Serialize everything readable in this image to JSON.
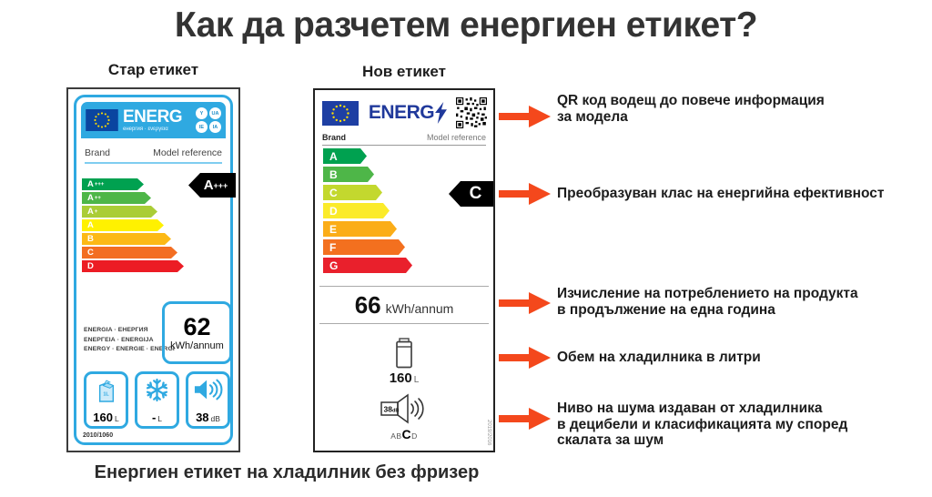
{
  "title": "Как да разчетем енергиен етикет?",
  "caption": "Енергиен етикет на хладилник без фризер",
  "colors": {
    "annotation_arrow": "#F4481C",
    "old_label_blue": "#2FA9E1",
    "eu_dark_blue": "#20399B",
    "indicator_black": "#000000"
  },
  "old_label": {
    "heading": "Стар етикет",
    "logo_text": "ENERG",
    "logo_subtext": "енергия · ενεργεια",
    "logo_circles": [
      "Y",
      "UA",
      "IE",
      "IA"
    ],
    "brand": "Brand",
    "model": "Model reference",
    "classes": [
      {
        "letter": "A",
        "sup": "+++",
        "color": "#00A150"
      },
      {
        "letter": "A",
        "sup": "++",
        "color": "#4EB648"
      },
      {
        "letter": "A",
        "sup": "+",
        "color": "#AACD36"
      },
      {
        "letter": "A",
        "sup": "",
        "color": "#FFF100"
      },
      {
        "letter": "B",
        "sup": "",
        "color": "#FCB916"
      },
      {
        "letter": "C",
        "sup": "",
        "color": "#F36E22"
      },
      {
        "letter": "D",
        "sup": "",
        "color": "#EC1C24"
      }
    ],
    "indicator": {
      "letter": "A",
      "sup": "+++"
    },
    "energy_words": "ENERGIA · ЕНЕРГИЯ\nΕΝΕΡΓΕΙΑ · ENERGIJA\nENERGY · ENERGIE · ENERGI",
    "consumption": {
      "value": "62",
      "unit": "kWh/annum"
    },
    "carton_text": "1L",
    "volume": {
      "value": "160",
      "unit": "L"
    },
    "freezer": {
      "value": "-",
      "unit": "L"
    },
    "noise": {
      "value": "38",
      "unit": "dB"
    },
    "regulation": "2010/1060"
  },
  "new_label": {
    "heading": "Нов етикет",
    "logo_text": "ENERG",
    "brand": "Brand",
    "model": "Model reference",
    "classes": [
      {
        "letter": "A",
        "color": "#00A150"
      },
      {
        "letter": "B",
        "color": "#4EB648"
      },
      {
        "letter": "C",
        "color": "#C3D82E"
      },
      {
        "letter": "D",
        "color": "#FBEB2A"
      },
      {
        "letter": "E",
        "color": "#FBAD18"
      },
      {
        "letter": "F",
        "color": "#F3701F"
      },
      {
        "letter": "G",
        "color": "#E9202C"
      }
    ],
    "indicator": "C",
    "consumption": {
      "value": "66",
      "unit": "kWh/annum"
    },
    "volume": {
      "value": "160",
      "unit": "L"
    },
    "noise": {
      "value": "38",
      "unit": "dB"
    },
    "noise_scale": {
      "pre": "AB",
      "current": "C",
      "post": "D"
    },
    "regulation": "2019/2016"
  },
  "annotations": [
    {
      "id": "qr",
      "text": "QR код водещ до повече информация\nза модела"
    },
    {
      "id": "class",
      "text": "Преобразуван клас на енергийна ефективност"
    },
    {
      "id": "consumption",
      "text": "Изчисление на потреблението на продукта\nв продължение на една година"
    },
    {
      "id": "volume",
      "text": "Обем на хладилника в литри"
    },
    {
      "id": "noise",
      "text": "Ниво на шума издаван от хладилника\nв децибели и класификацията му според\nскалата за шум"
    }
  ]
}
